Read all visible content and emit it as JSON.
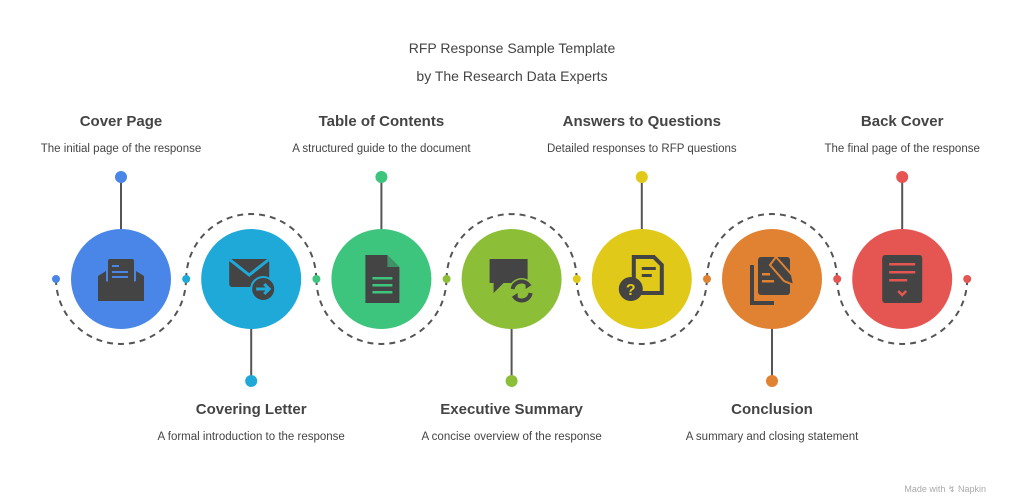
{
  "title_line1": "RFP Response Sample Template",
  "title_line2": "by The Research Data Experts",
  "footer": {
    "made_with": "Made with",
    "brand": "Napkin"
  },
  "steps": [
    {
      "title": "Cover Page",
      "desc": "The initial page of the response",
      "color": "#4A86E8",
      "position": "top",
      "icon": "open-envelope-letter-icon"
    },
    {
      "title": "Covering Letter",
      "desc": "A formal introduction to the response",
      "color": "#1EA9D9",
      "position": "bottom",
      "icon": "send-mail-icon"
    },
    {
      "title": "Table of Contents",
      "desc": "A structured guide to the document",
      "color": "#3DC47D",
      "position": "top",
      "icon": "document-icon"
    },
    {
      "title": "Executive Summary",
      "desc": "A concise overview of the response",
      "color": "#8DBE38",
      "position": "bottom",
      "icon": "chat-refresh-icon"
    },
    {
      "title": "Answers to Questions",
      "desc": "Detailed responses to RFP questions",
      "color": "#E0C918",
      "position": "top",
      "icon": "question-document-icon"
    },
    {
      "title": "Conclusion",
      "desc": "A summary and closing statement",
      "color": "#E08232",
      "position": "bottom",
      "icon": "notes-pencil-icon"
    },
    {
      "title": "Back Cover",
      "desc": "The final page of the response",
      "color": "#E55653",
      "position": "top",
      "icon": "document-check-icon"
    }
  ]
}
